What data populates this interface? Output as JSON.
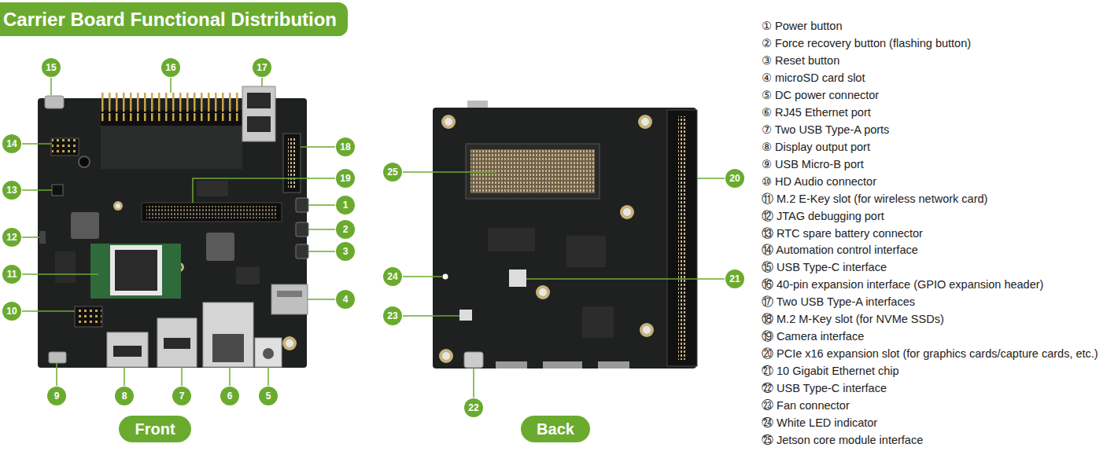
{
  "diagram": {
    "title": "Carrier Board Functional Distribution",
    "nodes": [
      {
        "text": [
          "Front"
        ]
      },
      {
        "text": [
          "Back"
        ]
      }
    ],
    "labels": [
      "15",
      "16",
      "17",
      "14",
      "18",
      "19",
      "13",
      "1",
      "2",
      "3",
      "12",
      "11",
      "4",
      "10",
      "9",
      "8",
      "7",
      "6",
      "5",
      "25",
      "20",
      "24",
      "21",
      "23",
      "22",
      "① Power button",
      "② Force recovery button (flashing button)",
      "③ Reset button",
      "④ microSD card slot",
      "⑤ DC power connector",
      "⑥ RJ45 Ethernet port",
      "⑦ Two USB Type-A ports",
      "⑧ Display output port",
      "⑨ USB Micro-B port",
      "⑩ HD Audio connector",
      "⑪ M.2 E-Key slot (for wireless network card)",
      "⑫ JTAG debugging port",
      "⑬ RTC spare battery connector",
      "⑭ Automation control interface",
      "⑮ USB Type-C interface",
      "⑯ 40-pin expansion interface (GPIO expansion header)",
      "⑰ Two USB Type-A interfaces",
      "⑱ M.2 M-Key slot (for NVMe SSDs)",
      "⑲ Camera interface",
      "⑳ PCIe x16 expansion slot (for graphics cards/capture cards, etc.)",
      "㉑ 10 Gigabit Ethernet chip",
      "㉒ USB Type-C interface",
      "㉓ Fan connector",
      "㉔ White LED indicator",
      "㉕ Jetson core module interface"
    ]
  }
}
